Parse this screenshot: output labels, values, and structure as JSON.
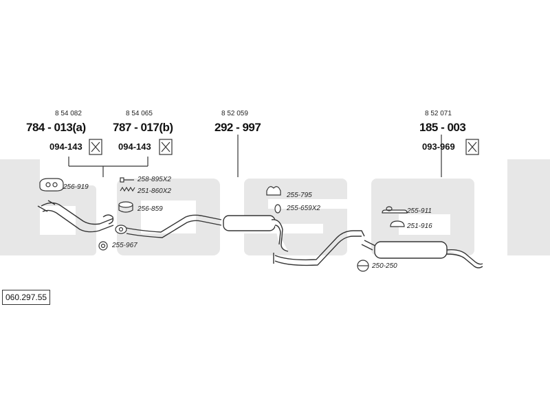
{
  "diagram_code": "060.297.55",
  "groups": [
    {
      "ref": "8 54 082",
      "part": "784 - 013(a)",
      "sub": "094-143"
    },
    {
      "ref": "8 54 065",
      "part": "787 - 017(b)",
      "sub": "094-143"
    },
    {
      "ref": "8 52 059",
      "part": "292 - 997"
    },
    {
      "ref": "8 52 071",
      "part": "185 - 003",
      "sub": "093-969"
    }
  ],
  "parts": {
    "p256_919": "256-919",
    "p258_895": "258-895X2",
    "p251_860": "251-860X2",
    "p256_859": "256-859",
    "p255_967": "255-967",
    "p255_795": "255-795",
    "p255_659": "255-659X2",
    "p255_911": "255-911",
    "p251_916": "251-916",
    "p250_250": "250-250"
  },
  "colors": {
    "watermark": "#e6e6e6",
    "line": "#333333"
  }
}
